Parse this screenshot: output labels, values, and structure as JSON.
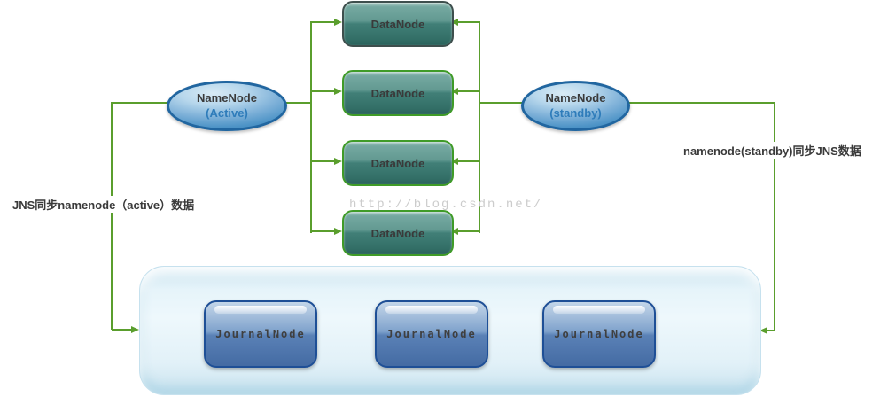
{
  "diagram": {
    "watermark": "http://blog.csdn.net/",
    "annotations": {
      "left": "JNS同步namenode（active）数据",
      "right": "namenode(standby)同步JNS数据"
    },
    "nodes": {
      "namenode_active": {
        "title": "NameNode",
        "state": "(Active)"
      },
      "namenode_standby": {
        "title": "NameNode",
        "state": "(standby)"
      },
      "datanodes": [
        "DataNode",
        "DataNode",
        "DataNode",
        "DataNode"
      ],
      "journalnodes": [
        "JournalNode",
        "JournalNode",
        "JournalNode"
      ]
    },
    "colors": {
      "line": "#5a9e2d",
      "datanode-border": "#3f9b28",
      "namenode-border": "#2166a0",
      "namenode-state": "#2e7cba",
      "journalnode-border": "#1e4f96",
      "node-text": "#3a3a3a",
      "watermark": "#cccccc"
    }
  }
}
